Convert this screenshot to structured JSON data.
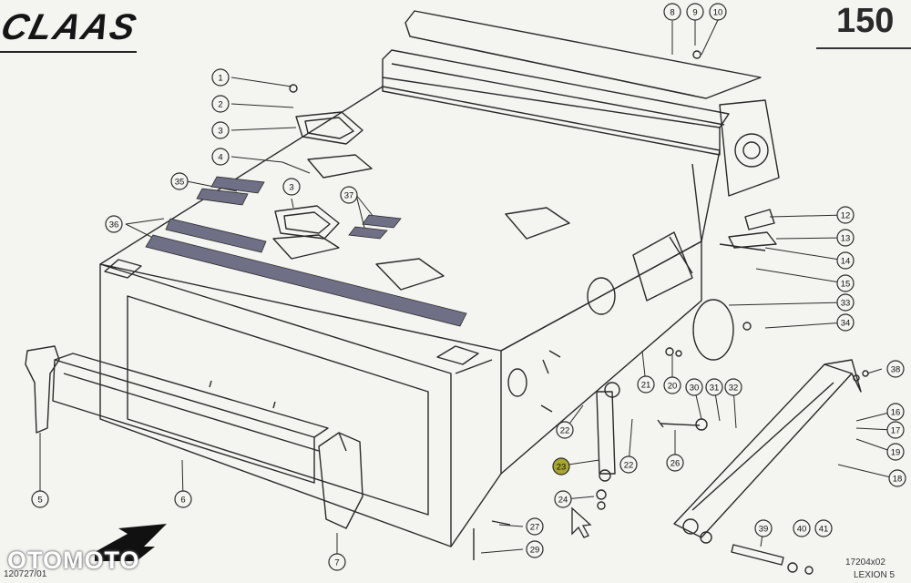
{
  "header": {
    "brand": "CLAAS",
    "page_number": "150"
  },
  "footer": {
    "left_code": "120727/01",
    "right_code": "17204x02",
    "model": "LEXION 5"
  },
  "watermark": "OTOMOTO",
  "callouts": [
    {
      "id": "c1",
      "label": "1"
    },
    {
      "id": "c2",
      "label": "2"
    },
    {
      "id": "c3a",
      "label": "3"
    },
    {
      "id": "c3b",
      "label": "3"
    },
    {
      "id": "c4",
      "label": "4"
    },
    {
      "id": "c5",
      "label": "5"
    },
    {
      "id": "c6",
      "label": "6"
    },
    {
      "id": "c7",
      "label": "7"
    },
    {
      "id": "c8",
      "label": "8"
    },
    {
      "id": "c9",
      "label": "9"
    },
    {
      "id": "c10",
      "label": "10"
    },
    {
      "id": "c12",
      "label": "12"
    },
    {
      "id": "c13",
      "label": "13"
    },
    {
      "id": "c14",
      "label": "14"
    },
    {
      "id": "c15",
      "label": "15"
    },
    {
      "id": "c16",
      "label": "16"
    },
    {
      "id": "c17",
      "label": "17"
    },
    {
      "id": "c18",
      "label": "18"
    },
    {
      "id": "c19",
      "label": "19"
    },
    {
      "id": "c20",
      "label": "20"
    },
    {
      "id": "c21",
      "label": "21"
    },
    {
      "id": "c22a",
      "label": "22"
    },
    {
      "id": "c22b",
      "label": "22"
    },
    {
      "id": "c23",
      "label": "23",
      "highlight": true
    },
    {
      "id": "c24",
      "label": "24"
    },
    {
      "id": "c26",
      "label": "26"
    },
    {
      "id": "c27",
      "label": "27"
    },
    {
      "id": "c29",
      "label": "29"
    },
    {
      "id": "c30",
      "label": "30"
    },
    {
      "id": "c31",
      "label": "31"
    },
    {
      "id": "c32",
      "label": "32"
    },
    {
      "id": "c33",
      "label": "33"
    },
    {
      "id": "c34",
      "label": "34"
    },
    {
      "id": "c35",
      "label": "35"
    },
    {
      "id": "c36",
      "label": "36"
    },
    {
      "id": "c37",
      "label": "37"
    },
    {
      "id": "c38",
      "label": "38"
    },
    {
      "id": "c39",
      "label": "39"
    },
    {
      "id": "c40",
      "label": "40"
    },
    {
      "id": "c41",
      "label": "41"
    }
  ],
  "colors": {
    "line": "#2a2a2a",
    "background": "#f4f4f1",
    "highlight": "#a7a62e",
    "strip": "#6f6f86"
  }
}
